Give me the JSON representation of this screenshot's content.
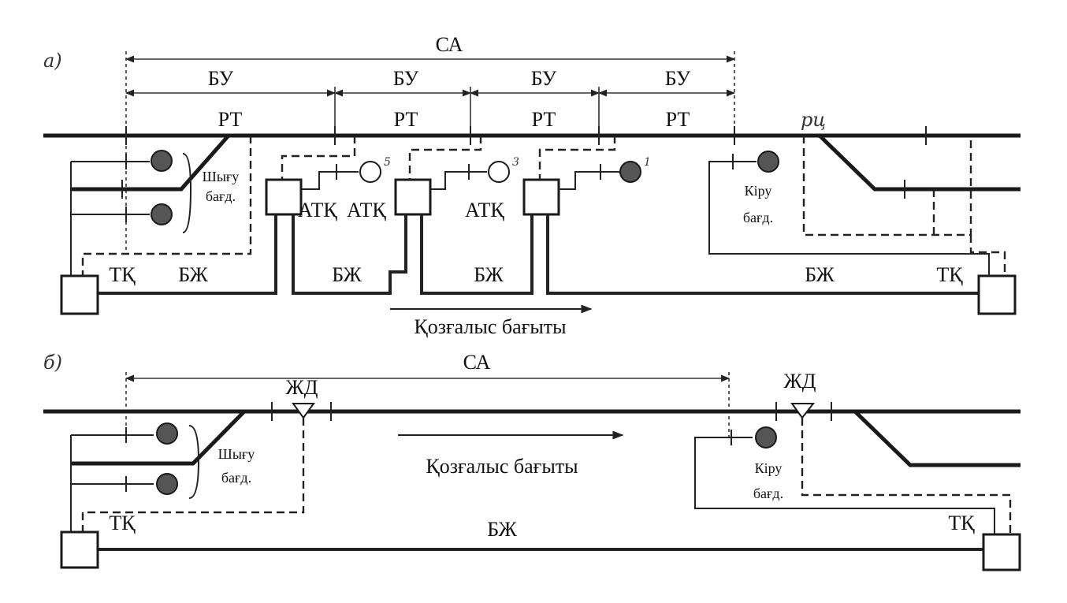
{
  "panel_a": {
    "marker": "а)",
    "span_label": "СА",
    "block_sections": [
      "БУ",
      "БУ",
      "БУ",
      "БУ"
    ],
    "track_circuits": [
      "РТ",
      "РТ",
      "РТ",
      "РТ"
    ],
    "station_track_label": "рц",
    "exit_route": [
      "Шығу",
      "бағд."
    ],
    "entry_route": [
      "Кіру",
      "бағд."
    ],
    "atk": [
      "АТҚ",
      "АТҚ",
      "АТҚ"
    ],
    "signal_numbers": [
      "5",
      "3",
      "1"
    ],
    "tk_left": "ТҚ",
    "tk_right": "ТҚ",
    "bzh": [
      "БЖ",
      "БЖ",
      "БЖ",
      "БЖ"
    ],
    "direction": "Қозғалыс бағыты"
  },
  "panel_b": {
    "marker": "б)",
    "span_label": "СА",
    "zhd_left": "ЖД",
    "zhd_right": "ЖД",
    "exit_route": [
      "Шығу",
      "бағд."
    ],
    "entry_route": [
      "Кіру",
      "бағд."
    ],
    "direction": "Қозғалыс бағыты",
    "tk_left": "ТҚ",
    "tk_right": "ТҚ",
    "bzh": "БЖ"
  }
}
